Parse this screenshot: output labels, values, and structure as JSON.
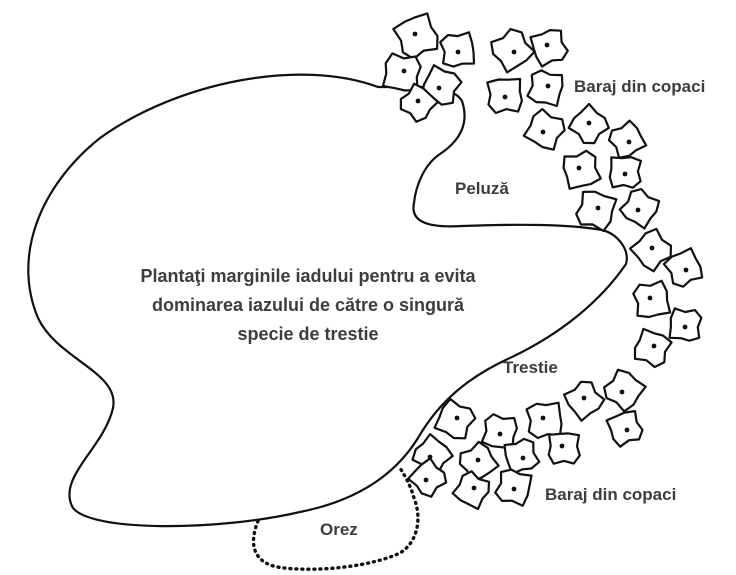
{
  "diagram": {
    "center_text": [
      "Plantaţi marginile iadului pentru a evita",
      "dominarea iazului de către o singură",
      "specie de trestie"
    ],
    "labels": {
      "tree_barrier_top": "Baraj din copaci",
      "lawn": "Peluză",
      "reeds": "Trestie",
      "tree_barrier_bottom": "Baraj din copaci",
      "rice": "Orez"
    },
    "colors": {
      "outline": "#111111",
      "text": "#3d3d3d",
      "background": "#ffffff"
    }
  }
}
